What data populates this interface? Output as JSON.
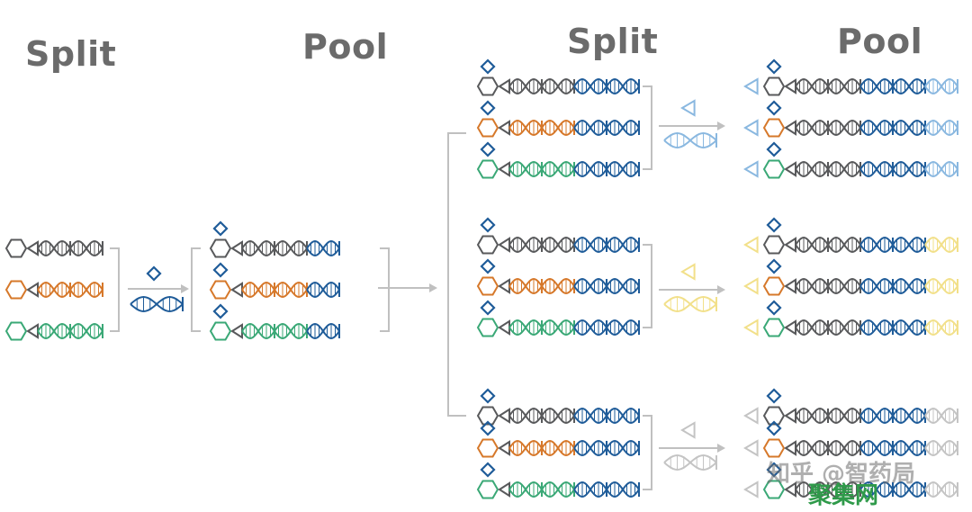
{
  "headers": {
    "split_1": "Split",
    "pool_1": "Pool",
    "split_2": "Split",
    "pool_2": "Pool"
  },
  "watermark": {
    "line1": "知乎 @智药局",
    "line2": "聚集网"
  },
  "colors": {
    "grey": "#58595b",
    "orange": "#d6782a",
    "green": "#3aa876",
    "blue": "#1f5c99",
    "light_blue": "#8ab8e0",
    "yellow": "#f2e08a",
    "light_grey": "#c4c4c4",
    "bracket": "#c0c0c0",
    "header_text": "#6b6b6b"
  }
}
